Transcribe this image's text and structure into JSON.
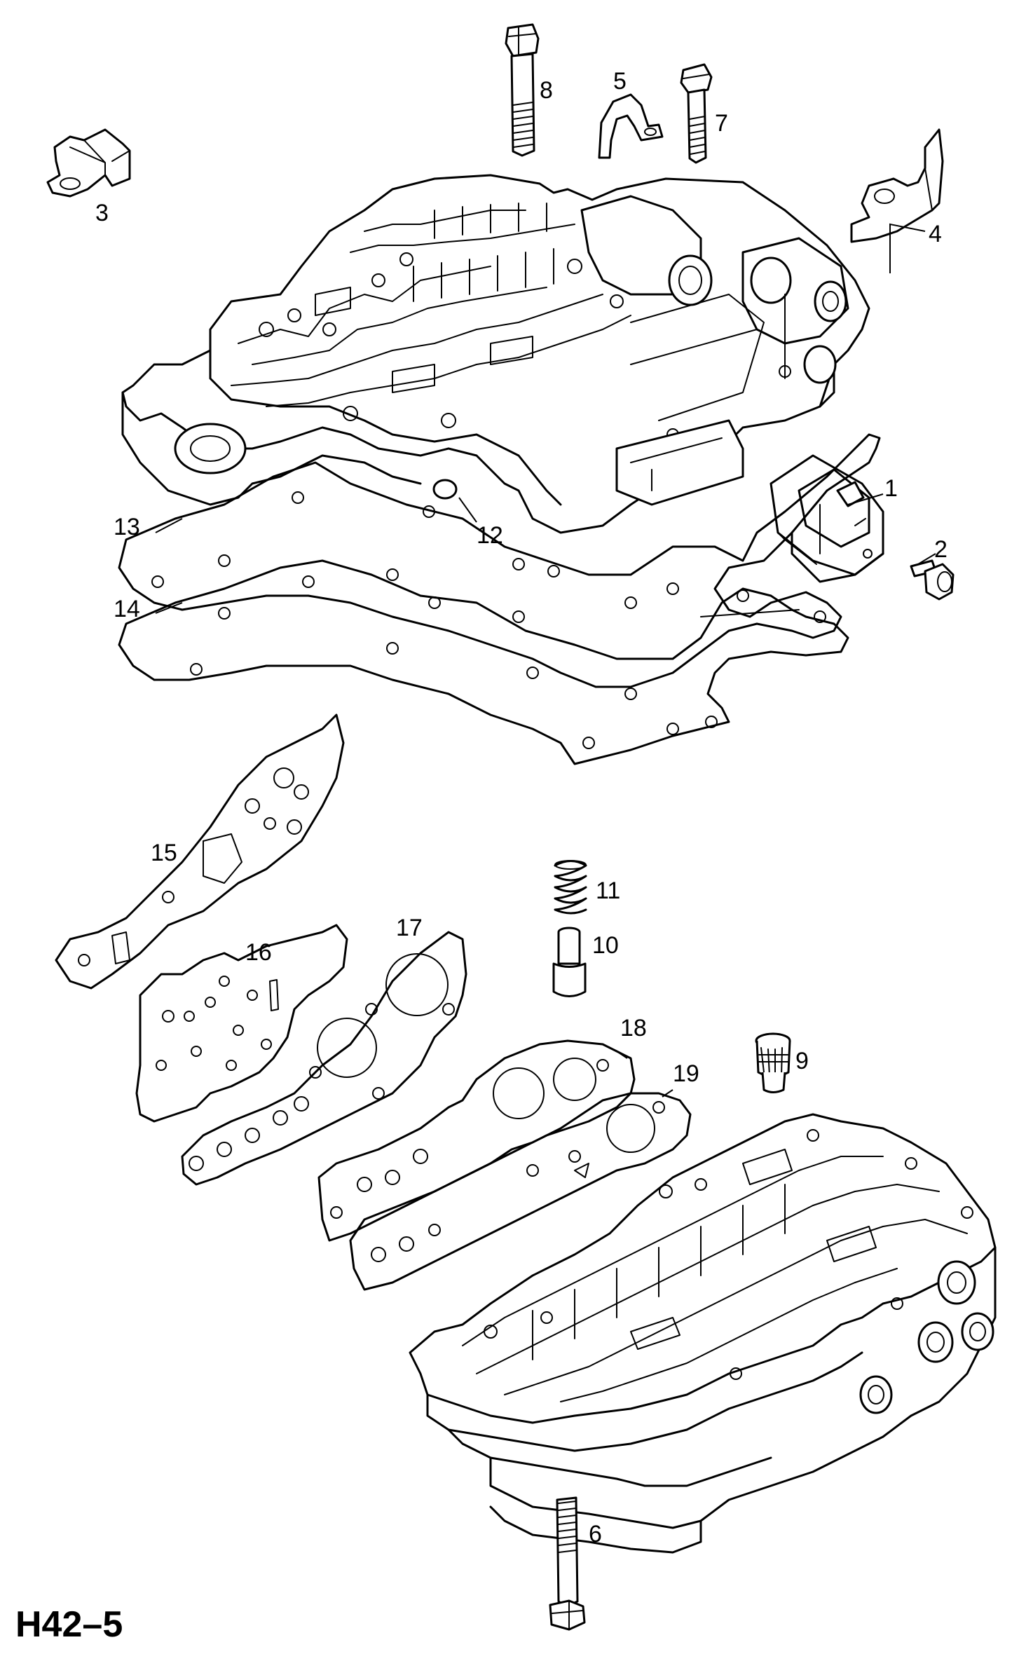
{
  "figure_code": "H42–5",
  "callouts": {
    "c1": "1",
    "c2": "2",
    "c3": "3",
    "c4": "4",
    "c5": "5",
    "c6": "6",
    "c7": "7",
    "c8": "8",
    "c9": "9",
    "c10": "10",
    "c11": "11",
    "c12": "12",
    "c13": "13",
    "c14": "14",
    "c15": "15",
    "c16": "16",
    "c17": "17",
    "c18": "18",
    "c19": "19"
  }
}
